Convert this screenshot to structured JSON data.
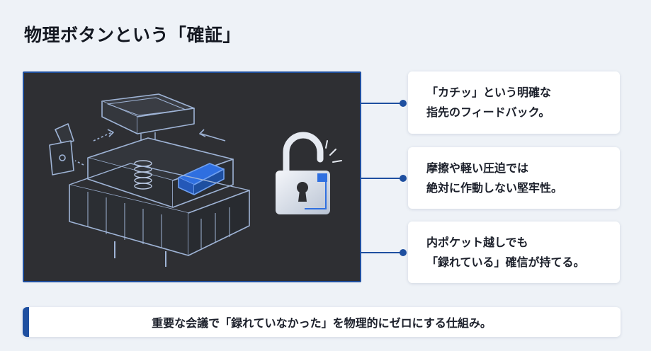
{
  "page": {
    "title": "物理ボタンという「確証」"
  },
  "cards": [
    {
      "line1": "「カチッ」という明確な",
      "line2": "指先のフィードバック。"
    },
    {
      "line1": "摩擦や軽い圧迫では",
      "line2": "絶対に作動しない堅牢性。"
    },
    {
      "line1": "内ポケット越しでも",
      "line2": "「録れている」確信が持てる。"
    }
  ],
  "banner": {
    "text": "重要な会議で「録れていなかった」を物理的にゼロにする仕組み。"
  },
  "icons": {
    "switch": "mechanical-switch-exploded-icon",
    "lock": "open-padlock-icon"
  },
  "colors": {
    "accent": "#1e4fa0",
    "panel_bg": "#2e2f33",
    "page_bg": "#eef2f7",
    "line_art": "#9fb4d6",
    "highlight": "#2f6fe0"
  }
}
